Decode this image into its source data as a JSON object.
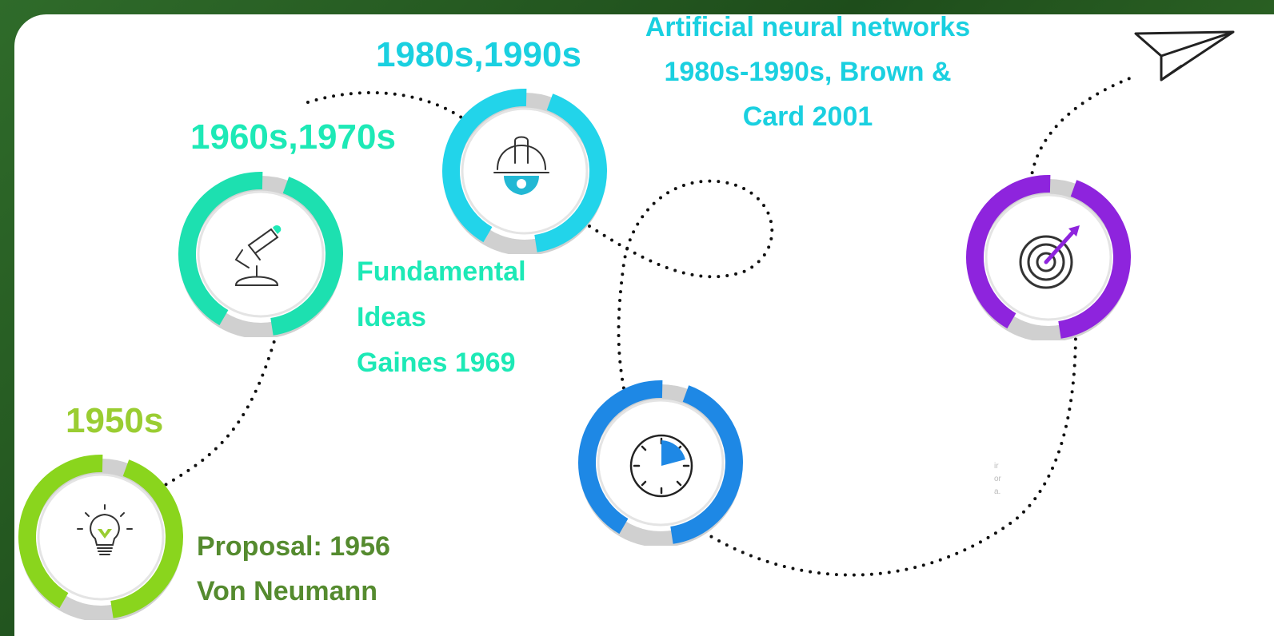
{
  "milestones": [
    {
      "year": "1950s",
      "desc_lines": [
        "Proposal: 1956",
        "Von Neumann"
      ],
      "year_color": "#9acd32",
      "desc_color": "#558b2f",
      "ring_color": "#8ad51d",
      "icon": "lightbulb-icon"
    },
    {
      "year": "1960s,1970s",
      "desc_lines": [
        "Fundamental",
        "Ideas",
        "Gaines 1969"
      ],
      "year_color": "#1de9b6",
      "desc_color": "#1de9b6",
      "ring_color": "#1de0b0",
      "icon": "microscope-icon"
    },
    {
      "year": "1980s,1990s",
      "desc_lines": [
        "Artificial neural networks",
        "1980s-1990s, Brown &",
        "Card 2001"
      ],
      "year_color": "#1ad0e0",
      "desc_color": "#1ad0e0",
      "ring_color": "#22d4ea",
      "icon": "engineer-helmet-gear-icon"
    },
    {
      "ring_color": "#1e88e5",
      "icon": "stopwatch-icon"
    },
    {
      "ring_color": "#8e24dd",
      "icon": "target-arrow-icon"
    }
  ],
  "end_icon": "paper-plane-icon",
  "faint_text": "ir\nor\na."
}
